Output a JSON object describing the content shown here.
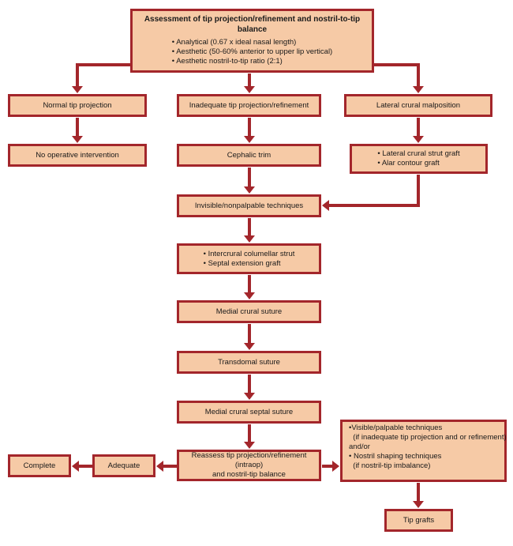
{
  "nodes": {
    "assessment": {
      "title": "Assessment of tip projection/refinement and nostril-to-tip balance",
      "items": [
        "• Analytical (0.67 x ideal nasal length)",
        "• Aesthetic (50-60% anterior to upper lip vertical)",
        "• Aesthetic nostril-to-tip ratio (2:1)"
      ]
    },
    "normal_tip": "Normal tip projection",
    "inadequate_tip": "Inadequate tip projection/refinement",
    "lateral_crural": "Lateral crural malposition",
    "no_intervention": "No operative intervention",
    "cephalic_trim": "Cephalic trim",
    "lateral_grafts": [
      "• Lateral crural strut graft",
      "• Alar contour graft"
    ],
    "invisible_techniques": "Invisible/nonpalpable techniques",
    "intercrural": [
      "• Intercrural columellar strut",
      "• Septal extension graft"
    ],
    "medial_crural_suture": "Medial crural suture",
    "transdomal_suture": "Transdomal suture",
    "medial_crural_septal": "Medial crural septal suture",
    "reassess": [
      "Reassess tip projection/refinement (intraop)",
      "and nostril-tip balance"
    ],
    "adequate": "Adequate",
    "complete": "Complete",
    "visible_techniques": [
      "•Visible/palpable techniques",
      "  (if inadequate tip projection and or refinement)",
      "and/or",
      "• Nostril shaping techniques",
      "  (if nostril-tip imbalance)"
    ],
    "tip_grafts": "Tip grafts"
  },
  "colors": {
    "box_fill": "#f6caa6",
    "box_border": "#a3262b",
    "arrow": "#a3262b"
  }
}
